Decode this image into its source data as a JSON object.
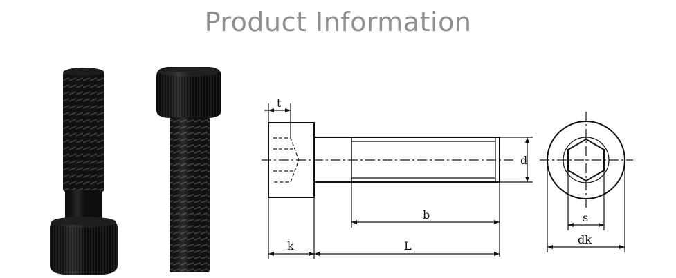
{
  "title": "Product Information",
  "colors": {
    "title": "#8f8f8f",
    "bolt": "#0c0c0c",
    "line": "#111111",
    "background": "#ffffff"
  },
  "diagram": {
    "labels": {
      "t": "t",
      "d": "d",
      "b": "b",
      "k": "k",
      "L": "L",
      "s": "s",
      "dk": "dk"
    }
  }
}
